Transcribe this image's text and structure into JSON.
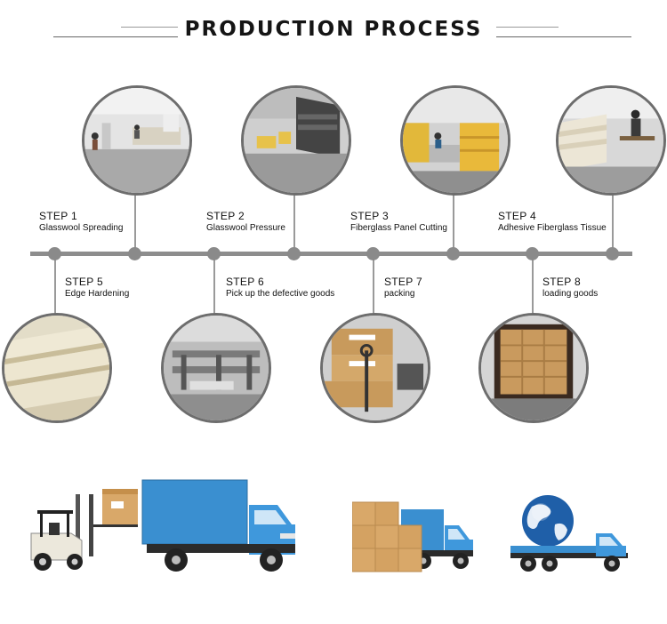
{
  "header": {
    "title": "PRODUCTION PROCESS"
  },
  "steps": [
    {
      "label": "STEP 1",
      "desc": "Glasswool Spreading"
    },
    {
      "label": "STEP 2",
      "desc": "Glasswool Pressure"
    },
    {
      "label": "STEP 3",
      "desc": "Fiberglass Panel Cutting"
    },
    {
      "label": "STEP 4",
      "desc": "Adhesive Fiberglass Tissue"
    },
    {
      "label": "STEP 5",
      "desc": "Edge Hardening"
    },
    {
      "label": "STEP 6",
      "desc": "Pick up the defective goods"
    },
    {
      "label": "STEP 7",
      "desc": "packing"
    },
    {
      "label": "STEP 8",
      "desc": "loading goods"
    }
  ],
  "colors": {
    "accent": "#3a8fd0",
    "timeline": "#8d8d8d",
    "box": "#d9a869"
  },
  "icons": [
    "forklift-icon",
    "box-truck-icon",
    "cargo-truck-icon",
    "globe-truck-icon"
  ]
}
